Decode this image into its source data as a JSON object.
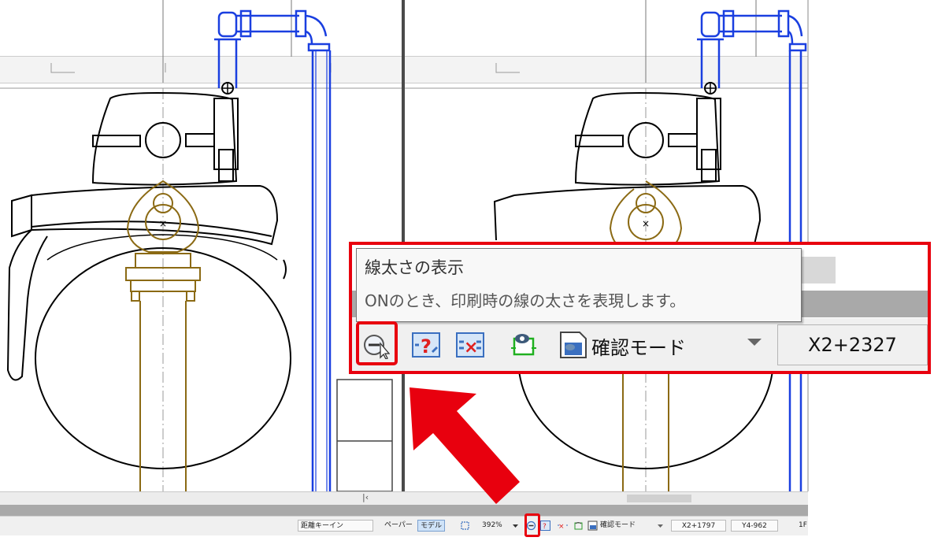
{
  "status_bar": {
    "item0": "距離キーイン",
    "paper_tab": "ペーパー",
    "model_tab": "モデル",
    "zoom_value": "392%",
    "confirm_mode": "確認モード",
    "x_coord": "X2+1797",
    "y_coord": "Y4-962",
    "floor": "1F"
  },
  "tooltip": {
    "title": "線太さの表示",
    "description": "ONのとき、印刷時の線の太さを表現します。"
  },
  "zoom_toolbar": {
    "confirm_mode": "確認モード",
    "x_coord": "X2+2327"
  },
  "colors": {
    "highlight": "#e8000e",
    "pipe_blue": "#1a3fe0",
    "fitting_gold": "#8b6a14",
    "status_bg": "#f0f0f0"
  },
  "icons": [
    "line-weight-icon",
    "query-icon",
    "cross-select-icon",
    "layer-view-icon",
    "confirm-mode-icon",
    "chevron-down-icon",
    "scrollbar-left-icon"
  ],
  "scrollbar_arrow": "|‹"
}
